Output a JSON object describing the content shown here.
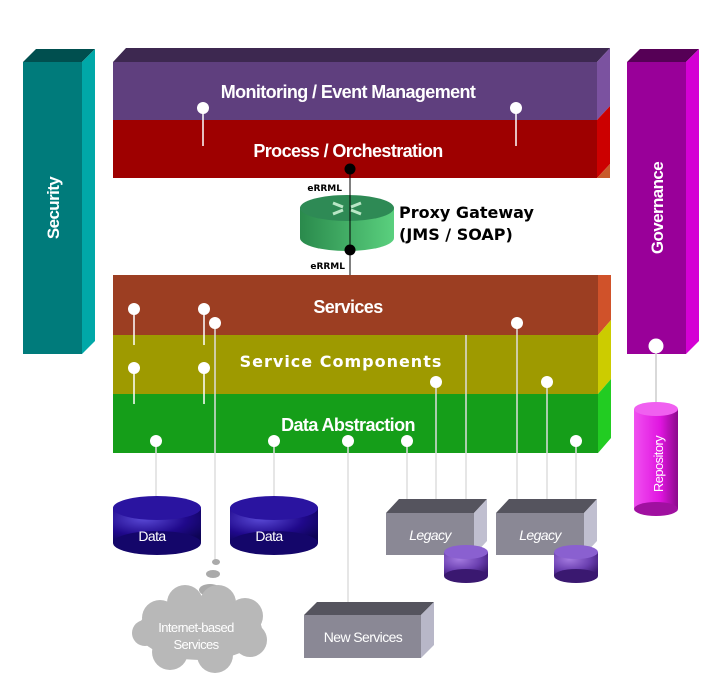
{
  "colors": {
    "monitoring": "#5f3f7e",
    "process": "#9e0000",
    "services": "#9c3e22",
    "components": "#9e9a00",
    "data_abstraction": "#159e19",
    "security": "#007b7b",
    "governance": "#990099",
    "router": "#2e9b57",
    "data_db": "#20098c",
    "legacy": "#8a8895",
    "repository": "#e015e0"
  },
  "layers": {
    "monitoring": "Monitoring / Event Management",
    "process": "Process / Orchestration",
    "services": "Services",
    "components": "Service Components",
    "data_abstraction": "Data Abstraction"
  },
  "side_pillars": {
    "security": "Security",
    "governance": "Governance"
  },
  "gateway": {
    "title_line1": "Proxy Gateway",
    "title_line2": "(JMS / SOAP)",
    "top_connector": "eRRML",
    "bottom_connector": "eRRML",
    "icon": "router-icon"
  },
  "resources": {
    "data1": "Data",
    "data2": "Data",
    "legacy1": "Legacy",
    "legacy2": "Legacy",
    "internet_line1": "Internet-based",
    "internet_line2": "Services",
    "new_services": "New Services",
    "repository": "Repository"
  }
}
